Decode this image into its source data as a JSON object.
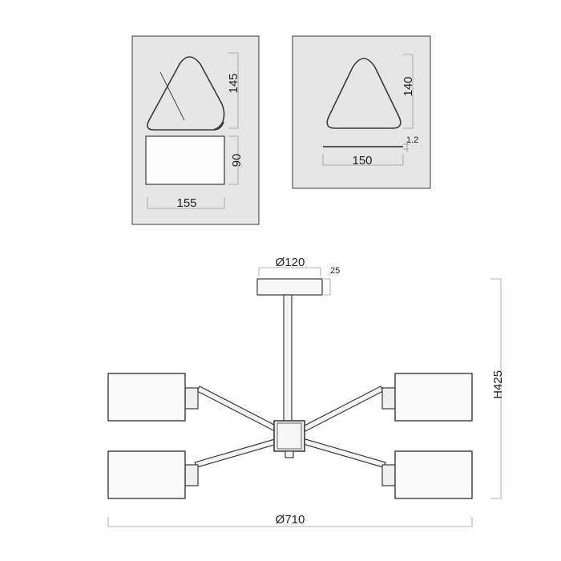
{
  "dimensions": {
    "shade_height": "145",
    "shade_box_height": "90",
    "shade_width": "155",
    "glass_height": "140",
    "glass_thickness": "1.2",
    "glass_width": "150",
    "canopy_diameter": "Ø120",
    "canopy_height": "25",
    "total_height": "H425",
    "total_diameter": "Ø710"
  },
  "colors": {
    "line": "#3a3a3a",
    "dimension_line": "#9a9a9a",
    "panel_fill": "#e6e6e6"
  }
}
